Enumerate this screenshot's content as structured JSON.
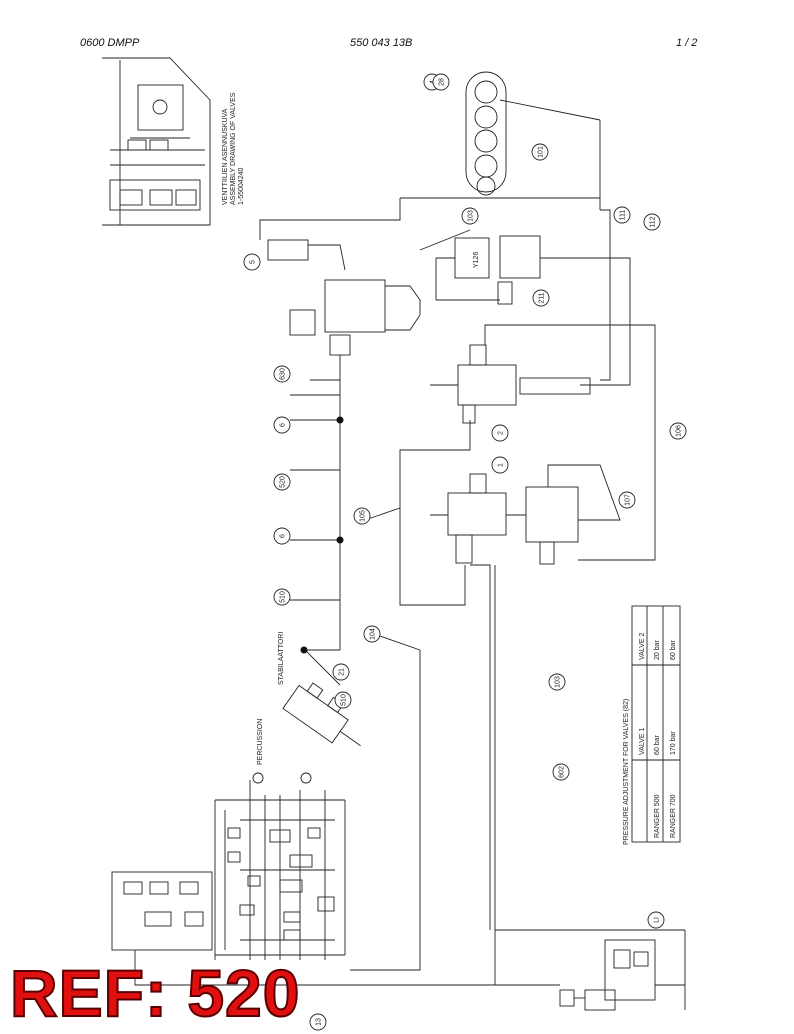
{
  "header": {
    "left": "0600 DMPP",
    "center": "550 043 13B",
    "right": "1 /  2"
  },
  "assembly_note": {
    "line1": "VENTTIILIEN ASENNUSKUVA",
    "line2": "ASSEMBLY DRAWING OF VALVES",
    "line3": "1-55004240"
  },
  "labels": {
    "stabilisers": "STABILAATTORI",
    "percussion": "PERCUSSION",
    "solenoid": "Y126",
    "table_title": "PRESSURE ADJUSTMENT FOR VALVES (82)"
  },
  "callouts": [
    "4",
    "28",
    "101",
    "103",
    "111",
    "112",
    "5",
    "211",
    "630",
    "2",
    "6",
    "106",
    "520",
    "107",
    "105",
    "6",
    "510",
    "104",
    "21",
    "103",
    "602",
    "510",
    "1",
    "13",
    "LI"
  ],
  "table": {
    "headers": [
      "",
      "VALVE 1",
      "VALVE 2"
    ],
    "rows": [
      [
        "RANGER 500",
        "60 bar",
        "20 bar"
      ],
      [
        "RANGER 700",
        "170 bar",
        "60 bar"
      ]
    ]
  },
  "ref": "REF: 520",
  "colors": {
    "ref_fill": "#e01010",
    "ref_stroke": "#5a0000",
    "ink": "#111111"
  }
}
